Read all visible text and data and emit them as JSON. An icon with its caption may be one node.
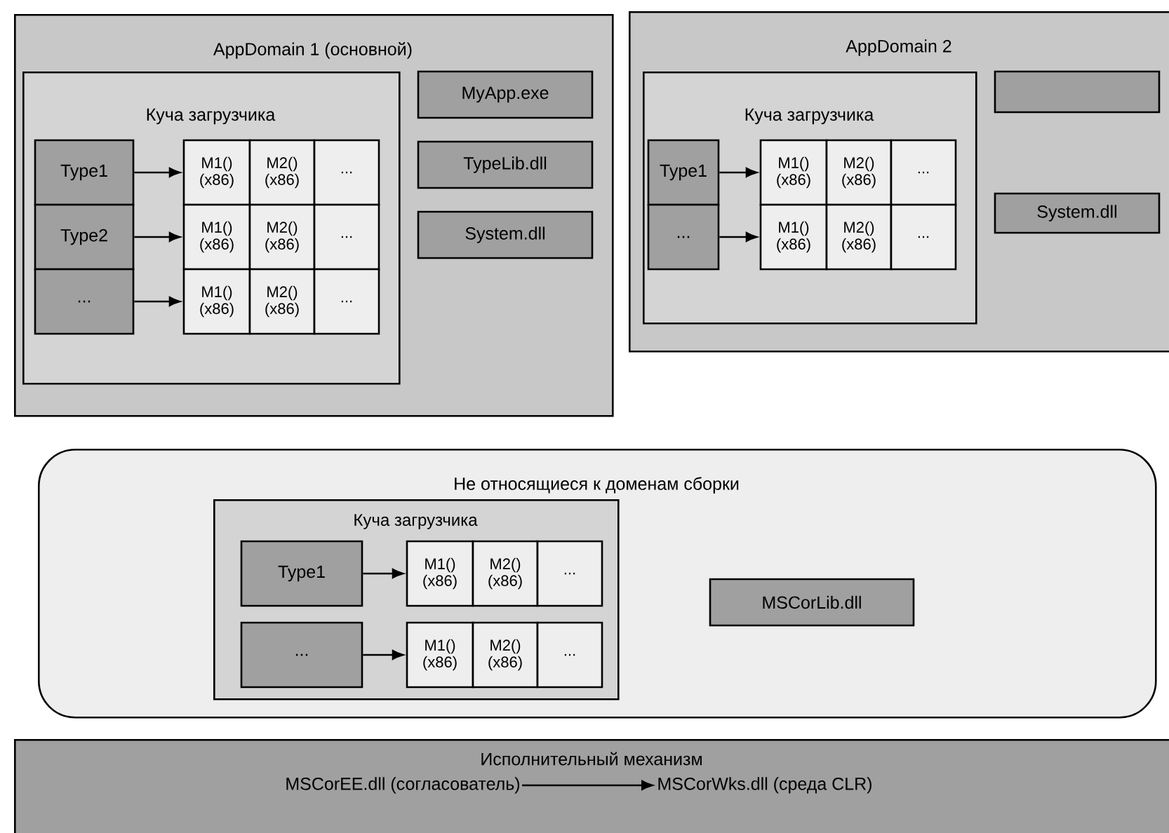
{
  "diagram": {
    "nodes": [
      {
        "text": [
          "AppDomain 1 (основной)"
        ]
      },
      {
        "text": [
          "Куча загрузчика"
        ],
        "in": 0
      },
      {
        "text": [
          "Type1"
        ],
        "in": 1
      },
      {
        "text": [
          "M1() (x86)"
        ],
        "in": 1
      },
      {
        "text": [
          "M2() (x86)"
        ],
        "in": 1
      },
      {
        "text": [
          "..."
        ],
        "in": 1
      },
      {
        "text": [
          "Type2"
        ],
        "in": 1
      },
      {
        "text": [
          "M1() (x86)"
        ],
        "in": 1
      },
      {
        "text": [
          "M2() (x86)"
        ],
        "in": 1
      },
      {
        "text": [
          "..."
        ],
        "in": 1
      },
      {
        "text": [
          "..."
        ],
        "in": 1
      },
      {
        "text": [
          "M1() (x86)"
        ],
        "in": 1
      },
      {
        "text": [
          "M2() (x86)"
        ],
        "in": 1
      },
      {
        "text": [
          "..."
        ],
        "in": 1
      },
      {
        "text": [
          "MyApp.exe"
        ],
        "in": 0
      },
      {
        "text": [
          "TypeLib.dll"
        ],
        "in": 0
      },
      {
        "text": [
          "System.dll"
        ],
        "in": 0
      },
      {
        "text": [
          "AppDomain 2"
        ]
      },
      {
        "text": [
          "Куча загрузчика"
        ],
        "in": 17
      },
      {
        "text": [
          "Type1"
        ],
        "in": 18
      },
      {
        "text": [
          "M1() (x86)"
        ],
        "in": 18
      },
      {
        "text": [
          "M2() (x86)"
        ],
        "in": 18
      },
      {
        "text": [
          "..."
        ],
        "in": 18
      },
      {
        "text": [
          "..."
        ],
        "in": 18
      },
      {
        "text": [
          "M1() (x86)"
        ],
        "in": 18
      },
      {
        "text": [
          "M2() (x86)"
        ],
        "in": 18
      },
      {
        "text": [
          "..."
        ],
        "in": 18
      },
      {
        "text": [],
        "shape": "box",
        "in": 17
      },
      {
        "text": [
          "System.dll"
        ],
        "in": 17
      },
      {
        "text": [
          "Не относящиеся к доменам сборки"
        ]
      },
      {
        "text": [
          "Куча загрузчика"
        ],
        "in": 29
      },
      {
        "text": [
          "Type1"
        ],
        "in": 30
      },
      {
        "text": [
          "M1() (x86)"
        ],
        "in": 30
      },
      {
        "text": [
          "M2() (x86)"
        ],
        "in": 30
      },
      {
        "text": [
          "..."
        ],
        "in": 30
      },
      {
        "text": [
          "..."
        ],
        "in": 30
      },
      {
        "text": [
          "M1() (x86)"
        ],
        "in": 30
      },
      {
        "text": [
          "M2() (x86)"
        ],
        "in": 30
      },
      {
        "text": [
          "..."
        ],
        "in": 30
      },
      {
        "text": [
          "MSCorLib.dll"
        ],
        "in": 29
      },
      {
        "text": [
          "Исполнительный механизм"
        ]
      },
      {
        "text": [
          "MSCorEE.dll (согласователь)"
        ],
        "in": 40
      },
      {
        "text": [
          "MSCorWks.dll (среда CLR)"
        ],
        "in": 40
      }
    ],
    "edges": [
      {
        "from": 2,
        "to": 3,
        "arrow": "to"
      },
      {
        "from": 6,
        "to": 7,
        "arrow": "to"
      },
      {
        "from": 10,
        "to": 11,
        "arrow": "to"
      },
      {
        "from": 19,
        "to": 20,
        "arrow": "to"
      },
      {
        "from": 23,
        "to": 24,
        "arrow": "to"
      },
      {
        "from": 31,
        "to": 32,
        "arrow": "to"
      },
      {
        "from": 35,
        "to": 36,
        "arrow": "to"
      },
      {
        "from": 41,
        "to": 42,
        "arrow": "to"
      }
    ]
  }
}
